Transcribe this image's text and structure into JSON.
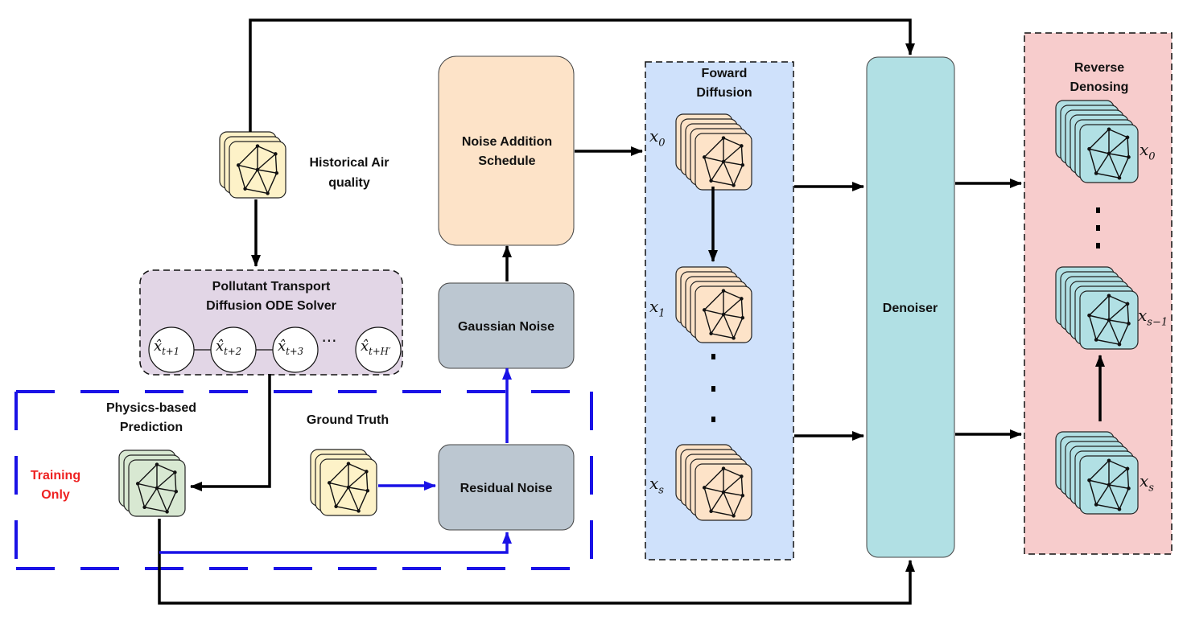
{
  "labels": {
    "historical_1": "Historical Air",
    "historical_2": "quality",
    "noise_schedule_1": "Noise Addition",
    "noise_schedule_2": "Schedule",
    "gaussian_noise": "Gaussian Noise",
    "residual_noise": "Residual Noise",
    "solver_1": "Pollutant Transport",
    "solver_2": "Diffusion ODE Solver",
    "physics_1": "Physics-based",
    "physics_2": "Prediction",
    "ground_truth": "Ground Truth",
    "training_1": "Training",
    "training_2": "Only",
    "forward_1": "Foward",
    "forward_2": "Diffusion",
    "denoiser": "Denoiser",
    "reverse_1": "Reverse",
    "reverse_2": "Denosing",
    "solver_ellipsis": "···"
  },
  "solver_nodes": [
    {
      "base": "x̂",
      "sub": "t+1"
    },
    {
      "base": "x̂",
      "sub": "t+2"
    },
    {
      "base": "x̂",
      "sub": "t+3"
    },
    {
      "base": "x̂",
      "sub": "t+H′"
    }
  ],
  "forward_steps": [
    {
      "base": "x",
      "sub": "0"
    },
    {
      "base": "x",
      "sub": "1"
    },
    {
      "base": "x",
      "sub": "s"
    }
  ],
  "reverse_steps": [
    {
      "base": "x",
      "sub": "0"
    },
    {
      "base": "x",
      "sub": "s−1"
    },
    {
      "base": "x",
      "sub": "s"
    }
  ],
  "colors": {
    "yellow_fill": "#fdf2c8",
    "green_fill": "#d8e8d2",
    "orange_fill": "#fde3c8",
    "cyan_fill": "#b1e0e4",
    "gray_fill": "#bcc7d1",
    "purple_fill": "#e2d6e6",
    "forward_bg": "#cfe1fb",
    "reverse_bg": "#f7cccc",
    "training_red": "#ee2222",
    "blue": "#1a12e6"
  }
}
